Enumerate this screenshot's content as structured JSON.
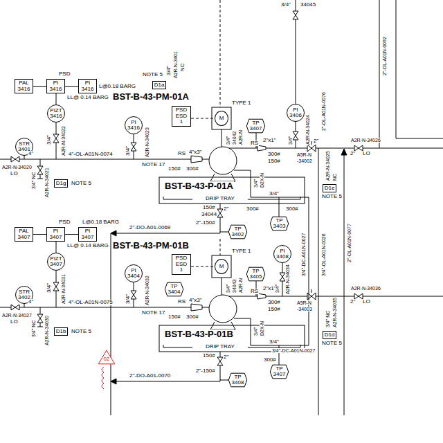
{
  "diagram": {
    "nodes": [
      {
        "text": [
          "PAL",
          "3416"
        ]
      },
      {
        "text": [
          "PI",
          "3416"
        ]
      },
      {
        "text": [
          "PI",
          "3416"
        ]
      },
      {
        "text": [
          "PIZT",
          "3416"
        ]
      },
      {
        "text": [
          "PI",
          "3416"
        ]
      },
      {
        "text": [
          "STR",
          "3401"
        ]
      },
      {
        "text": [
          "PSD",
          "ESD",
          "1"
        ]
      },
      {
        "text": [
          "M"
        ]
      },
      {
        "text": [
          "TP",
          "3407"
        ]
      },
      {
        "text": [
          "PI",
          "3406"
        ]
      },
      {
        "text": [
          "D1a"
        ]
      },
      {
        "text": [
          "D1g"
        ]
      },
      {
        "text": [
          "D1e"
        ]
      },
      {
        "text": [
          "DRIP TRAY"
        ]
      },
      {
        "text": [
          "TP",
          "3402"
        ]
      },
      {
        "text": [
          "TP",
          "3403"
        ]
      },
      {
        "text": [
          "PAL",
          "3407"
        ]
      },
      {
        "text": [
          "PI",
          "3407"
        ]
      },
      {
        "text": [
          "PI",
          "3407"
        ]
      },
      {
        "text": [
          "PIZT",
          "3407"
        ]
      },
      {
        "text": [
          "PI",
          "3404"
        ]
      },
      {
        "text": [
          "STR",
          "3402"
        ]
      },
      {
        "text": [
          "PSD",
          "ESD",
          "1"
        ]
      },
      {
        "text": [
          "M"
        ]
      },
      {
        "text": [
          "TP",
          "3405"
        ]
      },
      {
        "text": [
          "PI",
          "3408"
        ]
      },
      {
        "text": [
          "TP",
          "3404"
        ]
      },
      {
        "text": [
          "D1b"
        ]
      },
      {
        "text": [
          "D1d"
        ]
      },
      {
        "text": [
          "DRIP TRAY"
        ]
      },
      {
        "text": [
          "TP",
          "3407"
        ]
      },
      {
        "text": [
          "TP",
          "3408"
        ]
      },
      {
        "text": [
          "02"
        ]
      }
    ],
    "edges": [
      {
        "from": 0,
        "to": 1,
        "arrow": "none"
      },
      {
        "from": 1,
        "to": 2,
        "arrow": "none"
      },
      {
        "from": 1,
        "to": 3,
        "arrow": "none"
      },
      {
        "from": 6,
        "to": 7,
        "arrow": "none"
      },
      {
        "from": 16,
        "to": 17,
        "arrow": "none"
      },
      {
        "from": 17,
        "to": 18,
        "arrow": "none"
      },
      {
        "from": 17,
        "to": 19,
        "arrow": "none"
      },
      {
        "from": 22,
        "to": 23,
        "arrow": "none"
      }
    ],
    "labels": [
      "PSD",
      "L@0.18 BARG",
      "LL@ 0.14 BARG",
      "NOTE 5",
      "3/4\"",
      "A2R-N-3401",
      "NC",
      "BST-B-43-PM-01A",
      "TYPE 1",
      "3/4\"",
      "A2R-N-34022",
      "3/4\"",
      "A2R-N-34023",
      "4\"-OL-A01N-0074",
      "4\"",
      "A2R-N-34020",
      "LO",
      "3/4\" NC",
      "A2R-N-34021",
      "NOTE 5",
      "NOTE 17",
      "4\"x3\"",
      "RS",
      "150#",
      "300#",
      "BST-B-43-P-01A",
      "RS",
      "2\"x1\"",
      "300#",
      "150#",
      "3/4\"",
      "34042",
      "A2R-N",
      "3/4\"",
      "D2X-N",
      "3/4\"",
      "300#",
      "300#",
      "150#",
      "2\"",
      "34044",
      "2\"-150#",
      "2\"-DO-A01-0069",
      "3/4\"",
      "34045",
      "3/4\"",
      "A2R-N-34024",
      "2\"-OL-A01N-0076",
      "2\"",
      "A5R-N",
      "-34002",
      "A2R-N-34026",
      "2\"",
      "LO",
      "A2R-N-34025",
      "NC",
      "NOTE 5",
      "3/4\"-DC-A01N-0027",
      "3/4\"-OL-A01N-0026",
      "2\"-OL-A01N-0077",
      "2\"-OL-A01N-0092",
      "PSD",
      "L@0.18 BARG",
      "LL@ 0.14 BARG",
      "BST-B-43-PM-01B",
      "TYPE 1",
      "3/4\"",
      "A2R-N-34031",
      "3/4\"",
      "A2R-N-34032",
      "4\"-OL-A01N-0075",
      "4\"",
      "A2R-N-34027",
      "LO",
      "3/4\" NC",
      "A2R-N-34030",
      "NOTE 5",
      "NOTE 17",
      "4\"x3\"",
      "RS",
      "150#",
      "300#",
      "BST-B-43-P-01B",
      "RS",
      "2\"x1\"",
      "300#",
      "150#",
      "3/4\"",
      "34043",
      "A2R-N",
      "3/4\"",
      "D2X-N",
      "3/4\"",
      "300#",
      "150#",
      "2\"",
      "2\"-150#",
      "2\"-DO-A01-0070",
      "3/4\"",
      "A2R-N-34034",
      "A5R-N",
      "-34003",
      "A2R-N-34036",
      "2\"",
      "LO",
      "3/4\" NC",
      "A2R-N-34035",
      "NOTE 5",
      "3/4\"-DC-A01N-0027"
    ]
  }
}
